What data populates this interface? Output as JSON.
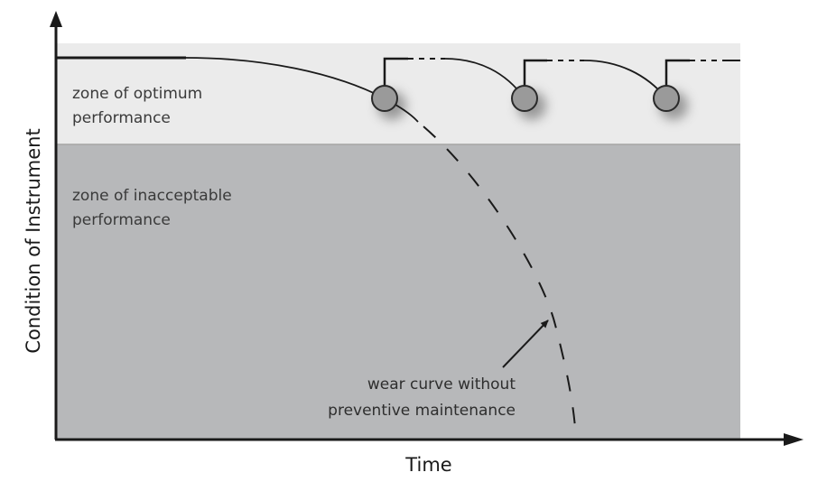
{
  "diagram": {
    "title": "",
    "zones": [
      {
        "id": "optimum",
        "label_lines": [
          "zone of optimum",
          "performance"
        ],
        "color": "#ebebeb"
      },
      {
        "id": "inacceptable",
        "label_lines": [
          "zone of inacceptable",
          "performance"
        ],
        "color": "#b7b8ba"
      }
    ],
    "axes": {
      "x_label": "Time",
      "y_label": "Condition of Instrument"
    },
    "annotation": {
      "label_lines": [
        "wear curve without",
        "preventive maintenance"
      ],
      "points_to": "dashed wear curve"
    },
    "maintenance_events": [
      {
        "name": "maintenance-1"
      },
      {
        "name": "maintenance-2"
      },
      {
        "name": "maintenance-3"
      }
    ],
    "colors": {
      "line": "#1a1a1a",
      "marker_fill": "#9a9a9a",
      "marker_stroke": "#2a2a2a"
    }
  }
}
